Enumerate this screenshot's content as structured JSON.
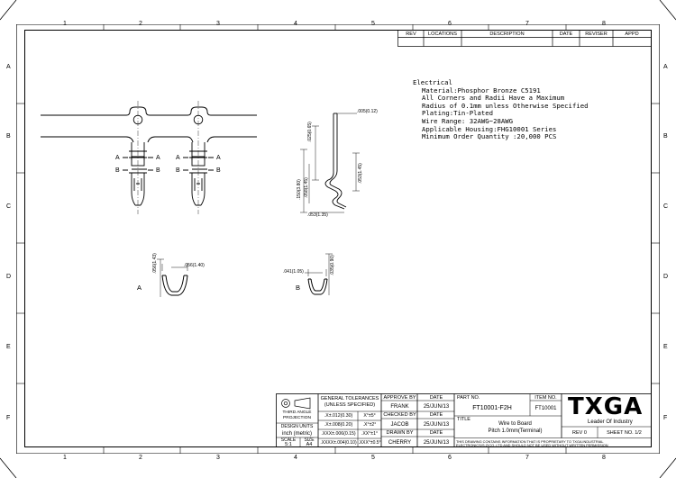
{
  "zones": {
    "columns": [
      "1",
      "2",
      "3",
      "4",
      "5",
      "6",
      "7",
      "8"
    ],
    "rows": [
      "A",
      "B",
      "C",
      "D",
      "E",
      "F"
    ]
  },
  "revision_table": {
    "headers": [
      "REV",
      "LOCATIONS",
      "DESCRIPTION",
      "DATE",
      "REVISER",
      "APPD"
    ]
  },
  "notes": {
    "heading": "Electrical",
    "lines": [
      "Material:Phosphor Bronze C5191",
      "All Corners and Radii Have a Maximum",
      "Radius of 0.1mm unless Otherwise Specified",
      "Plating:Tin-Plated",
      "Wire Range: 32AWG~28AWG",
      "Applicable Housing:FHG10001 Series",
      "Minimum Order Quantity :20,000 PCS"
    ]
  },
  "drawing": {
    "section_markers": [
      "A",
      "A",
      "B",
      "B",
      "A",
      "A",
      "B",
      "B"
    ],
    "view_a_label": "A",
    "view_b_label": "B",
    "dims": {
      "side_top": ".005(0.12)",
      "side_upper": ".025(0.65)",
      "side_total": ".150(3.80)",
      "side_mid": ".058(1.45)",
      "side_right": ".053(1.45)",
      "side_bottom": ".053(1.35)",
      "a_height": ".056(1.43)",
      "a_width": ".056(1.40)",
      "b_height": ".035(0.90)",
      "b_width": ".041(1.05)"
    }
  },
  "title_block": {
    "projection": [
      "THIRD ANGLE",
      "PROJECTION"
    ],
    "tolerances_title": [
      "GENERAL TOLERANCES",
      "(UNLESS SPECIFIED)"
    ],
    "tolerances": [
      [
        ".X±.012(0.30)",
        "X°±5°"
      ],
      [
        ".X±.008(0.20)",
        ".X°±2°"
      ],
      [
        ".XXX±.006(0.15)",
        ".XX°±1°"
      ],
      [
        ".XXXX±.004(0.10)",
        ".XXX°±0.5°"
      ]
    ],
    "design_units_label": "DESIGN UNITS",
    "design_units_value": "inch (metric)",
    "scale_label": "SCALE",
    "scale_value": "5:1",
    "size_label": "SIZE",
    "size_value": "A4",
    "approve_by_label": "APPROVE BY",
    "approve_by": "FRANK",
    "checked_by_label": "CHECKED BY",
    "checked_by": "JACOB",
    "drawn_by_label": "DRAWN BY",
    "drawn_by": "CHERRY",
    "date_label": "DATE",
    "date_1": "25/JUN/13",
    "date_2": "25/JUN/13",
    "date_3": "25/JUN/13",
    "part_no_label": "PART NO.",
    "part_no": "FT10001-F2H",
    "item_no_label": "ITEM NO.",
    "item_no": "FT10001",
    "title_label": "TITLE",
    "title_line1": "Wire to Board",
    "title_line2": "Pitch 1.0mm(Terminal)",
    "rev": "REV 0",
    "sheet": "SHEET NO. 1/2",
    "disclaimer": [
      "THIS DRAWING CONTAINS INFORMATION THAT IS PROPRIETARY TO TXGA INDUSTRIAL",
      "ELECTRONICS(S.Z)CO.,LTD AND SHOULD NOT BE USED WITHOUT WRITTEN PERMISSION"
    ],
    "logo": "TXGA",
    "tagline": "Leader Of Industry"
  }
}
